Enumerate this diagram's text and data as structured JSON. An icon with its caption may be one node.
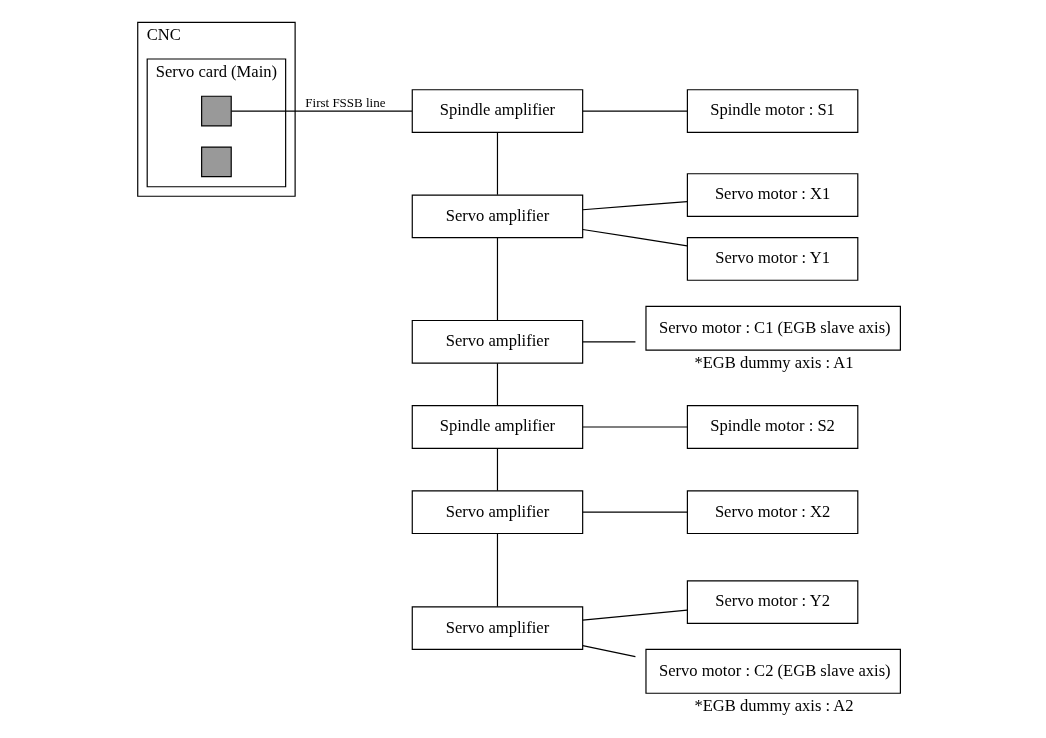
{
  "diagram": {
    "nodes": [
      {
        "text": [
          "CNC"
        ]
      },
      {
        "text": [
          "Servo card (Main)"
        ],
        "in": 0
      },
      {
        "text": [],
        "shape": "box",
        "in": 1
      },
      {
        "text": [],
        "shape": "box",
        "in": 1
      },
      {
        "text": [
          "Spindle amplifier"
        ]
      },
      {
        "text": [
          "Spindle motor : S1"
        ]
      },
      {
        "text": [
          "Servo amplifier"
        ]
      },
      {
        "text": [
          "Servo motor : X1"
        ]
      },
      {
        "text": [
          "Servo motor : Y1"
        ]
      },
      {
        "text": [
          "Servo amplifier"
        ]
      },
      {
        "text": [
          "Servo motor : C1 (EGB slave axis)"
        ],
        "beside": [
          "*EGB dummy axis : A1"
        ]
      },
      {
        "text": [
          "Spindle amplifier"
        ]
      },
      {
        "text": [
          "Spindle motor : S2"
        ]
      },
      {
        "text": [
          "Servo amplifier"
        ]
      },
      {
        "text": [
          "Servo motor : X2"
        ]
      },
      {
        "text": [
          "Servo amplifier"
        ]
      },
      {
        "text": [
          "Servo motor : Y2"
        ]
      },
      {
        "text": [
          "Servo motor : C2 (EGB slave axis)"
        ],
        "beside": [
          "*EGB dummy axis : A2"
        ]
      }
    ],
    "edges": [
      {
        "from": 2,
        "to": 4,
        "arrow": "none",
        "label": "First FSSB line"
      },
      {
        "from": 4,
        "to": 5,
        "arrow": "none"
      },
      {
        "from": 4,
        "to": 6,
        "arrow": "none"
      },
      {
        "from": 6,
        "to": 7,
        "arrow": "none"
      },
      {
        "from": 6,
        "to": 8,
        "arrow": "none"
      },
      {
        "from": 6,
        "to": 9,
        "arrow": "none"
      },
      {
        "from": 9,
        "to": 10,
        "arrow": "none"
      },
      {
        "from": 9,
        "to": 11,
        "arrow": "none"
      },
      {
        "from": 11,
        "to": 12,
        "arrow": "none"
      },
      {
        "from": 11,
        "to": 13,
        "arrow": "none"
      },
      {
        "from": 13,
        "to": 14,
        "arrow": "none"
      },
      {
        "from": 13,
        "to": 15,
        "arrow": "none"
      },
      {
        "from": 15,
        "to": 16,
        "arrow": "none"
      },
      {
        "from": 15,
        "to": 17,
        "arrow": "none"
      }
    ]
  }
}
